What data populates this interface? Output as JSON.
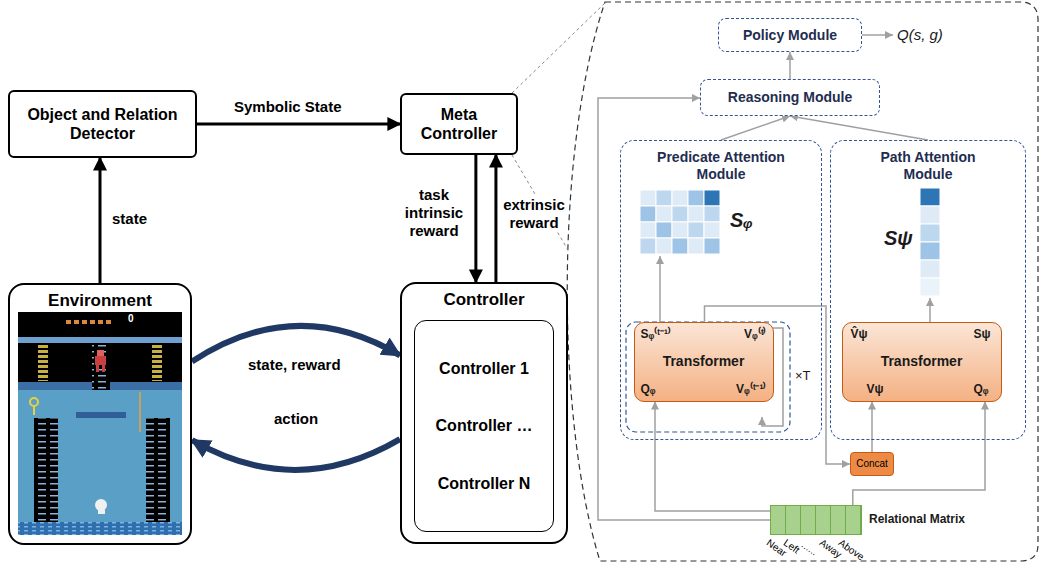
{
  "diagram": {
    "nodes": [
      {
        "text": [
          "Object and Relation Detector"
        ]
      },
      {
        "text": [
          "Meta Controller"
        ]
      },
      {
        "text": [
          "Environment"
        ]
      },
      {
        "text": [
          "Controller"
        ]
      },
      {
        "text": [
          "Controller 1",
          "Controller …",
          "Controller N"
        ],
        "in": 3
      },
      {
        "text": [
          "Policy Module"
        ]
      },
      {
        "text": [
          "Reasoning Module"
        ]
      },
      {
        "text": [
          "Predicate Attention Module"
        ]
      },
      {
        "text": [
          "Path Attention Module"
        ]
      },
      {
        "text": [
          "Transformer",
          "Sᵩ⁽ᵗ⁻¹⁾",
          "Vᵩ⁽ᵗ⁾",
          "Qᵩ",
          "Vᵩ⁽ᵗ⁻¹⁾"
        ],
        "in": 7
      },
      {
        "text": [
          "Transformer",
          "V̂ψ",
          "Sψ",
          "Vψ",
          "Qᵩ"
        ],
        "in": 8
      },
      {
        "text": [
          "Concat"
        ]
      },
      {
        "text": [
          "Relational Matrix"
        ]
      }
    ],
    "edges": [
      {
        "from": 2,
        "to": 0,
        "label": "state",
        "arrow": "to"
      },
      {
        "from": 0,
        "to": 1,
        "label": "Symbolic State",
        "arrow": "to"
      },
      {
        "from": 1,
        "to": 3,
        "label": "task intrinsic reward",
        "arrow": "to"
      },
      {
        "from": 3,
        "to": 1,
        "label": "extrinsic reward",
        "arrow": "to"
      },
      {
        "from": 2,
        "to": 3,
        "label": "state, reward",
        "arrow": "to"
      },
      {
        "from": 3,
        "to": 2,
        "label": "action",
        "arrow": "to"
      },
      {
        "from": 6,
        "to": 5,
        "arrow": "to"
      },
      {
        "from": 7,
        "to": 6,
        "arrow": "to"
      },
      {
        "from": 8,
        "to": 6,
        "arrow": "to"
      },
      {
        "from": 12,
        "to": 6,
        "arrow": "to"
      },
      {
        "from": 12,
        "to": 9,
        "arrow": "to"
      },
      {
        "from": 9,
        "to": 11,
        "arrow": "to"
      },
      {
        "from": 11,
        "to": 10,
        "arrow": "to"
      },
      {
        "from": 12,
        "to": 10,
        "arrow": "to"
      }
    ],
    "labels": [
      "0",
      "Q(s, g)",
      "Sᵩ",
      "Sψ",
      "×T",
      "Near",
      "Left",
      "......",
      "Away",
      "Above"
    ]
  }
}
